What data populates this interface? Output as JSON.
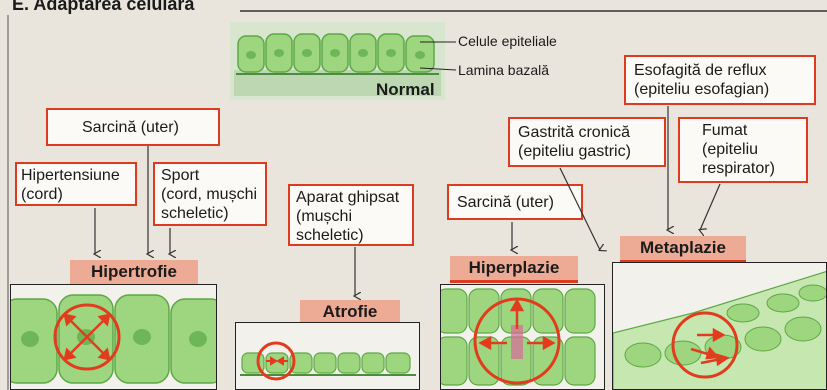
{
  "title": "E. Adaptarea celulară",
  "normal": {
    "label_cells": "Celule epiteliale",
    "label_lamina": "Lamina bazală",
    "caption": "Normal"
  },
  "stimuli": {
    "sarcina_uter_1": "Sarcină (uter)",
    "hipertensiune": [
      "Hipertensiune",
      "(cord)"
    ],
    "sport": [
      "Sport",
      "(cord, mușchi",
      "scheletic)"
    ],
    "aparat_ghipsat": [
      "Aparat ghipsat",
      "(mușchi",
      "scheletic)"
    ],
    "sarcina_uter_2": "Sarcină (uter)",
    "gastrita": [
      "Gastrită cronică",
      "(epiteliu gastric)"
    ],
    "esofagita": [
      "Esofagită de reflux",
      "(epiteliu esofagian)"
    ],
    "fumat": [
      "Fumat",
      "(epiteliu",
      "respirator)"
    ]
  },
  "headers": {
    "hipertrofie": "Hipertrofie",
    "atrofie": "Atrofie",
    "hiperplazie": "Hiperplazie",
    "metaplazie": "Metaplazie"
  },
  "colors": {
    "accent_red": "#dc3b20",
    "header_fill": "#edab95",
    "cell_green": "#9dd67f",
    "cell_green_dark": "#5ca845",
    "cell_green_light": "#cdeeb9"
  }
}
